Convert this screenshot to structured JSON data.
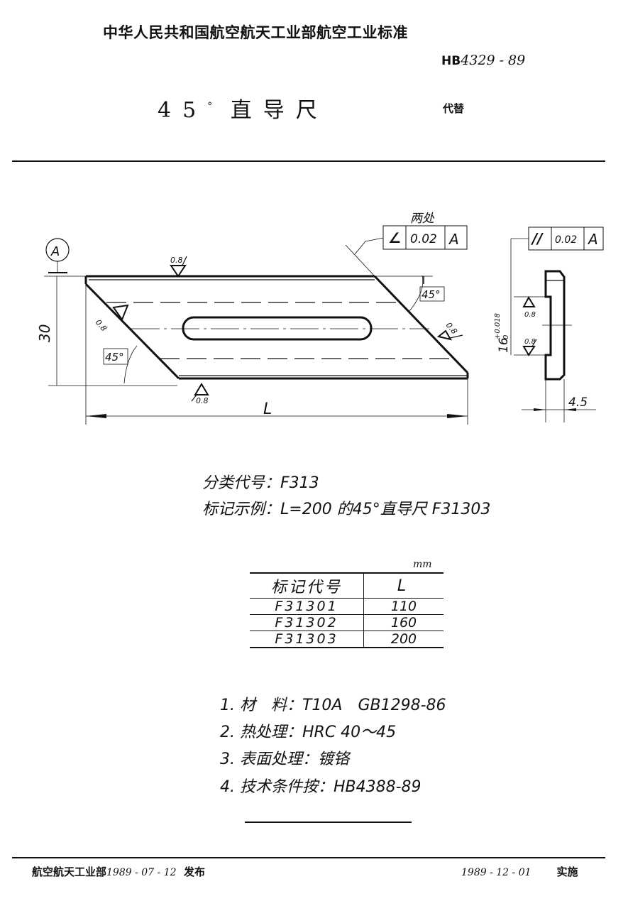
{
  "header": {
    "organization": "中华人民共和国航空航天工业部航空工业标准",
    "standard_prefix": "HB",
    "standard_number": "4329 - 89",
    "title_angle": "45",
    "title_degree": "°",
    "title_text": "直导尺",
    "replaces_label": "代替"
  },
  "drawing": {
    "datum_label": "A",
    "height_dim": "30",
    "length_dim": "L",
    "angle_left": "45°",
    "angle_right": "45°",
    "roughness": "0.8",
    "two_places_note": "两处",
    "angularity_frame": {
      "symbol": "∠",
      "tolerance": "0.02",
      "datum": "A"
    },
    "parallelism_frame": {
      "symbol": "//",
      "tolerance": "0.02",
      "datum": "A"
    },
    "slot_width_dim": "16",
    "slot_tol_upper": "+0.018",
    "slot_tol_lower": "0",
    "thickness_dim": "4.5"
  },
  "classification": {
    "line1_label": "分类代号",
    "line1_sep": "：",
    "line1_value": "F313",
    "line2_label": "标记示例",
    "line2_sep": "：",
    "line2_value": "L=200 的45°直导尺   F31303"
  },
  "table": {
    "unit": "mm",
    "headers": [
      "标记代号",
      "L"
    ],
    "rows": [
      [
        "F31301",
        "110"
      ],
      [
        "F31302",
        "160"
      ],
      [
        "F31303",
        "200"
      ]
    ]
  },
  "requirements": [
    "1. 材　料：T10A　GB1298-86",
    "2. 热处理：HRC 40～45",
    "3. 表面处理：镀铬",
    "4. 技术条件按：HB4388-89"
  ],
  "footer": {
    "issuer": "航空航天工业部",
    "issue_date": "1989 - 07 - 12",
    "issue_label": "发布",
    "effective_date": "1989 - 12 - 01",
    "effective_label": "实施"
  }
}
